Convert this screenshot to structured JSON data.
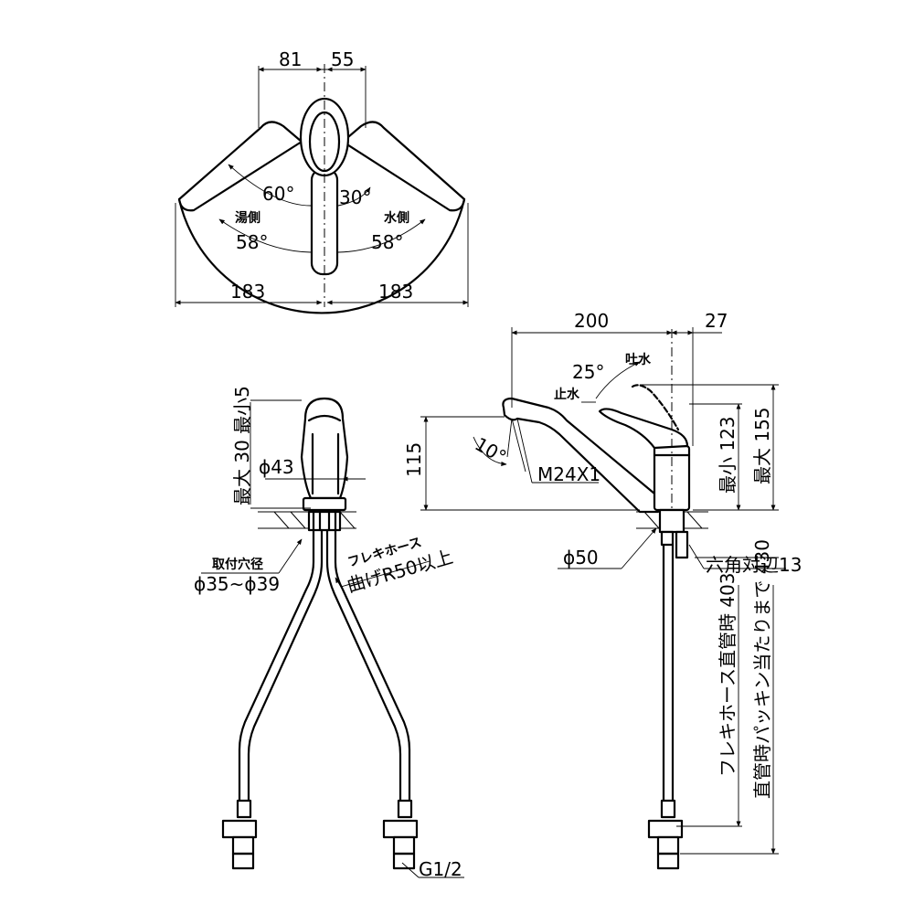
{
  "top_view": {
    "dim_left_offset": "81",
    "dim_right_offset": "55",
    "angle_hot_upper": "60°",
    "angle_cold_upper": "30°",
    "label_hot": "湯側",
    "label_cold": "水側",
    "angle_hot_lower": "58°",
    "angle_cold_lower": "58°",
    "reach_left": "183",
    "reach_right": "183"
  },
  "front_view": {
    "handle_travel": "最大 30 最小5",
    "diameter": "ϕ43",
    "mount_hole_label": "取付穴径",
    "mount_hole_value": "ϕ35~ϕ39",
    "hose_label": "フレキホース",
    "hose_bend": "曲げR50以上",
    "connection": "G1/2"
  },
  "side_view": {
    "spout_reach": "200",
    "offset": "27",
    "lever_angle": "25°",
    "label_outlet": "吐水",
    "label_stop": "止水",
    "spout_tilt": "10°",
    "thread": "M24X1",
    "spout_height": "115",
    "height_min": "最小 123",
    "height_max": "最大 155",
    "base_diameter": "ϕ50",
    "hex": "六角対辺13",
    "hose_straight": "フレキホース直管時 403",
    "hose_packing": "直管時パッキン当たりまで 430"
  },
  "colors": {
    "ink": "#000000",
    "background": "#ffffff"
  }
}
